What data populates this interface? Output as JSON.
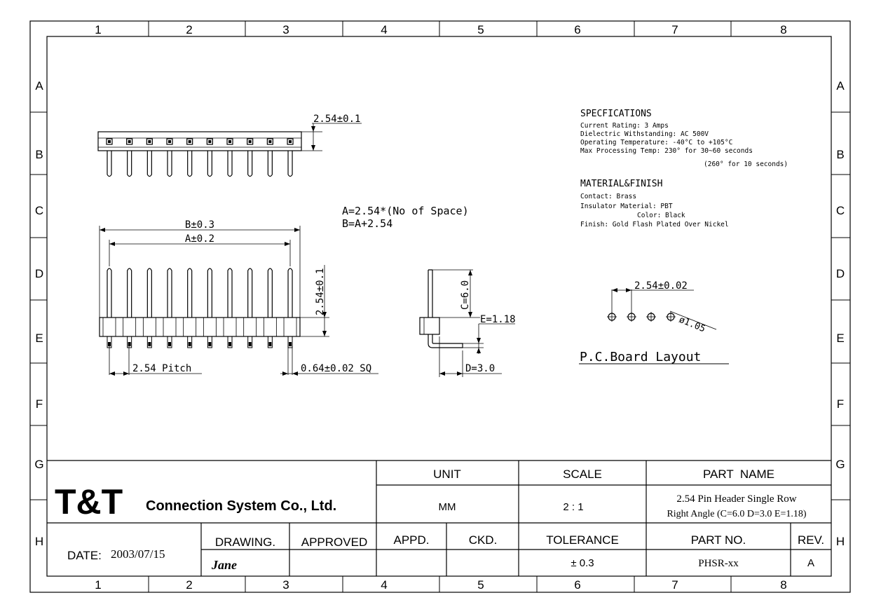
{
  "zones": {
    "columns": [
      "1",
      "2",
      "3",
      "4",
      "5",
      "6",
      "7",
      "8"
    ],
    "rows": [
      "A",
      "B",
      "C",
      "D",
      "E",
      "F",
      "G",
      "H"
    ]
  },
  "dimensions": {
    "top_height": "2.54±0.1",
    "b_dim": "B±0.3",
    "a_dim": "A±0.2",
    "front_height": "2.54±0.1",
    "pitch": "2.54 Pitch",
    "pin_sq": "0.64±0.02 SQ",
    "c_dim": "C=6.0",
    "e_dim": "E=1.18",
    "d_dim": "D=3.0",
    "pcb_pitch": "2.54±0.02",
    "hole_dia": "ø1.05"
  },
  "formula": {
    "line1": "A=2.54*(No of Space)",
    "line2": "B=A+2.54"
  },
  "pcb_title": "P.C.Board Layout",
  "specifications": {
    "heading": "SPECFICATIONS",
    "lines": [
      "Current Rating: 3 Amps",
      "Dielectric Withstanding: AC 500V",
      "Operating Temperature: -40°C to +105°C",
      "Max Processing Temp: 230° for 30~60 seconds",
      "(260° for 10 seconds)"
    ]
  },
  "material": {
    "heading": "MATERIAL&FINISH",
    "lines": [
      "Contact: Brass",
      "Insulator Material: PBT",
      "Color: Black",
      "Finish: Gold Flash Plated Over Nickel"
    ]
  },
  "title_block": {
    "logo": "T&T",
    "company": "Connection System Co., Ltd.",
    "unit_label": "UNIT",
    "unit_value": "MM",
    "scale_label": "SCALE",
    "scale_value": "2 : 1",
    "part_name_label": "PART  NAME",
    "part_name_line1": "2.54 Pin Header Single Row",
    "part_name_line2": "Right Angle (C=6.0 D=3.0 E=1.18)",
    "date_label": "DATE:",
    "date_value": "2003/07/15",
    "drawing_label": "DRAWING.",
    "approved_label": "APPROVED",
    "drawing_by": "Jane",
    "appd_label": "APPD.",
    "ckd_label": "CKD.",
    "tolerance_label": "TOLERANCE",
    "tolerance_value": "± 0.3",
    "part_no_label": "PART NO.",
    "part_no_value": "PHSR-xx",
    "rev_label": "REV.",
    "rev_value": "A"
  }
}
